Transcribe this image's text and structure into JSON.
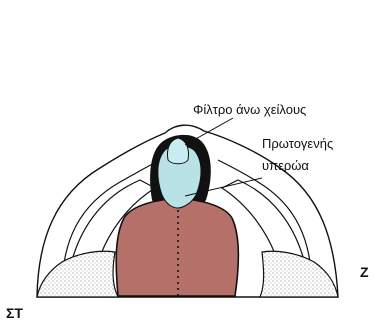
{
  "labels": {
    "philtrum": "Φίλτρο άνω χείλους",
    "primary_palate_line1": "Πρωτογενής",
    "primary_palate_line2": "υπερώα",
    "left_marker": "ΣΤ",
    "right_marker": "Ζ"
  },
  "colors": {
    "palate_fill": "#b5706a",
    "premaxilla_fill": "#b9e2e6",
    "outline": "#111111",
    "shelf_stipple": "#dadada"
  }
}
